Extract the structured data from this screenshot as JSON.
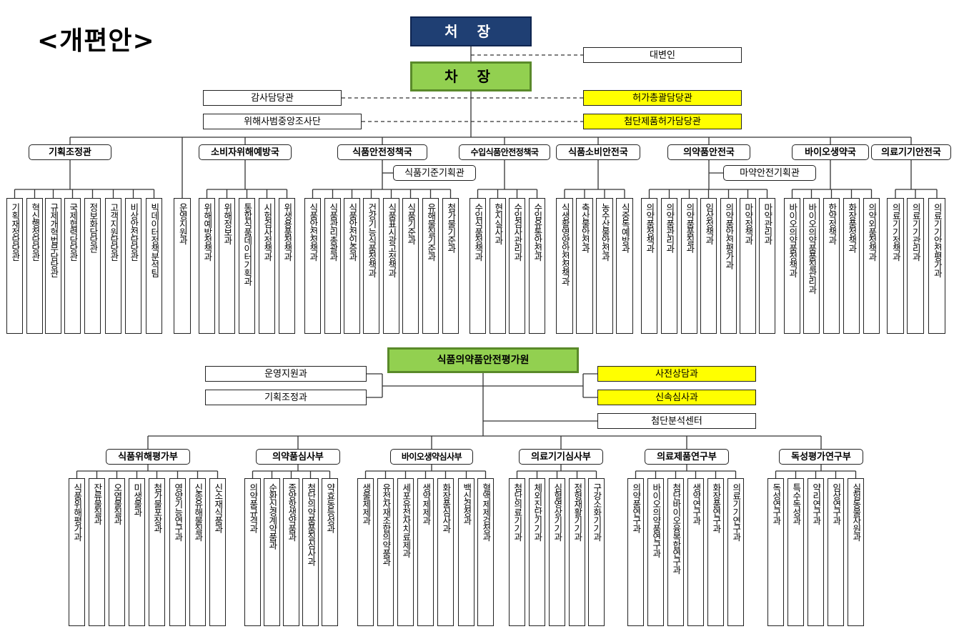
{
  "title": "<개편안>",
  "ministry": {
    "head": "처 장",
    "spokesperson": "대변인",
    "vice": "차 장",
    "audit": "감사담당관",
    "investigation": "위해사범중앙조사단",
    "approval_chief": "허가총괄담당관",
    "advanced_approval": "첨단제품허가담당관",
    "bureaus": [
      {
        "name": "기획조정관",
        "divisions": [
          "기획재정담당관",
          "혁신행정담당관",
          "규제개혁법무담당관",
          "국제협력담당관",
          "정보화담당관",
          "고객지원담당관",
          "비상안전담당관",
          "빅데이터정책분석팀"
        ]
      },
      {
        "name": "운영지원과",
        "divisions": []
      },
      {
        "name": "소비자위해예방국",
        "divisions": [
          "위해예방정책과",
          "위해정보과",
          "통합식품데이터기획과",
          "시험검사정책과",
          "위생용품정책과"
        ]
      },
      {
        "name": "식품안전정책국",
        "sub_officer": "식품기준기획관",
        "divisions": [
          "식품안전정책과",
          "식품관리총괄과",
          "식품안전인증과",
          "건강기능식품정책과",
          "식품표시광고정책과",
          "식품기준과",
          "유해물질기준과",
          "첨가물기준과"
        ]
      },
      {
        "name": "수입식품안전정책국",
        "divisions": [
          "수입식품정책과",
          "현지실사과",
          "수입검사관리과",
          "수입유통안전과"
        ]
      },
      {
        "name": "식품소비안전국",
        "divisions": [
          "식생활영양안전정책과",
          "축산물안전과",
          "농수산물안전과",
          "식중독예방과"
        ]
      },
      {
        "name": "의약품안전국",
        "sub_officer": "마약안전기획관",
        "divisions": [
          "의약품정책과",
          "의약품관리과",
          "의약품품질과",
          "임상정책과",
          "의약품안전평가과",
          "마약정책과",
          "마약관리과"
        ]
      },
      {
        "name": "바이오생약국",
        "divisions": [
          "바이오의약품정책과",
          "바이오의약품품질관리과",
          "한약정책과",
          "화장품정책과",
          "의약외품정책과"
        ]
      },
      {
        "name": "의료기기안전국",
        "divisions": [
          "의료기기정책과",
          "의료기기관리과",
          "의료기기안전평가과"
        ]
      }
    ]
  },
  "institute": {
    "name": "식품의약품안전평가원",
    "left_units": [
      "운영지원과",
      "기획조정과"
    ],
    "right_units": [
      "사전상담과",
      "신속심사과"
    ],
    "center": "첨단분석센터",
    "departments": [
      {
        "name": "식품위해평가부",
        "divisions": [
          "식품위해평가과",
          "잔류물질과",
          "오염물질과",
          "미생물과",
          "첨가물포장과",
          "영양기능연구과",
          "신종유해물질과",
          "신소재식품과"
        ]
      },
      {
        "name": "의약품심사부",
        "divisions": [
          "의약품규격과",
          "순환신경계약품과",
          "종양항생약품과",
          "첨단의약품품질심사과",
          "약효동등성과"
        ]
      },
      {
        "name": "바이오생약심사부",
        "divisions": [
          "생물제제과",
          "유전자재조합의약품과",
          "세포유전자치료제과",
          "생약제제과",
          "화장품심사과",
          "백신검정과",
          "혈액제제검정과"
        ]
      },
      {
        "name": "의료기기심사부",
        "divisions": [
          "첨단의료기기과",
          "체외진단기기과",
          "심혈영상기기과",
          "정형재활기기과",
          "구강소화기기과"
        ]
      },
      {
        "name": "의료제품연구부",
        "divisions": [
          "의약품연구과",
          "바이오의약품연구과",
          "첨단바이오융복합연구과",
          "생약연구과",
          "화장품연구과",
          "의료기기연구과"
        ]
      },
      {
        "name": "독성평가연구부",
        "divisions": [
          "독성연구과",
          "특수독성과",
          "약리연구과",
          "임상연구과",
          "실험동물자원과"
        ]
      }
    ]
  },
  "colors": {
    "head": "#1f3f73",
    "green": "#92d050",
    "highlight": "#ffff00"
  }
}
